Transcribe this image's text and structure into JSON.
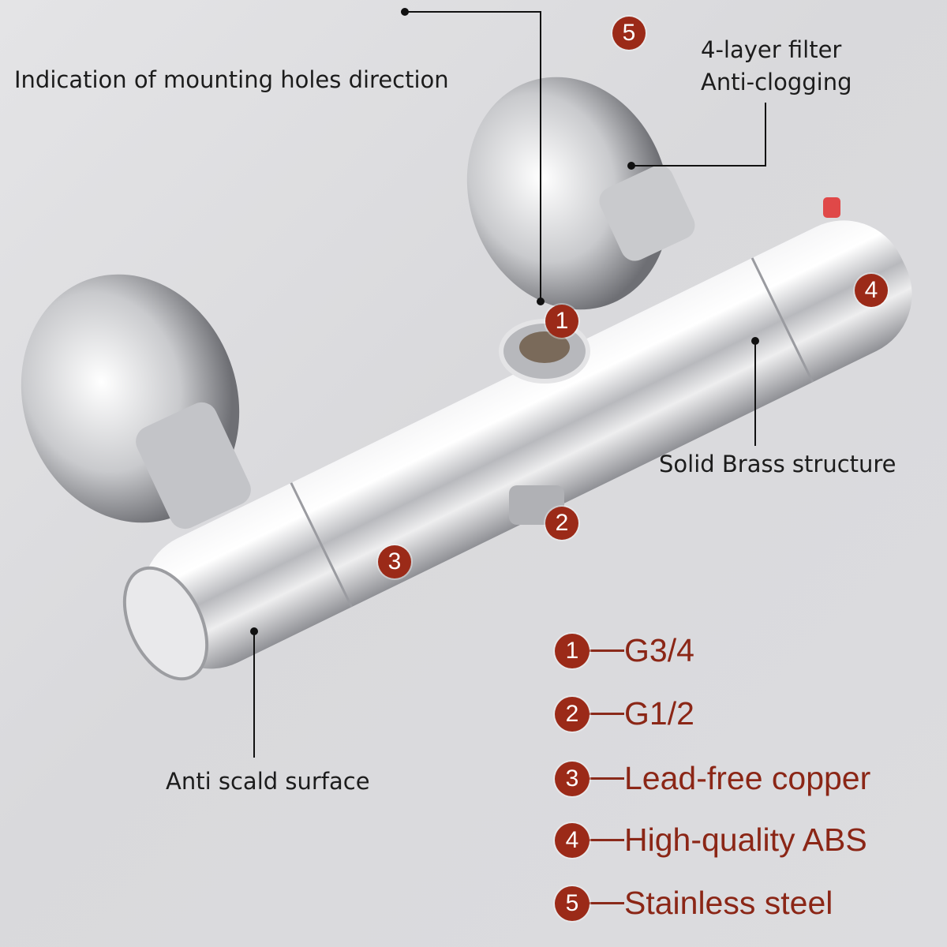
{
  "colors": {
    "badge": "#9b2a18",
    "legend_text": "#8b2616",
    "callout_text": "#1c1c1c",
    "background": "#dedee0"
  },
  "callouts": {
    "mounting_holes": "Indication of mounting holes direction",
    "filter_line1": "4-layer filter",
    "filter_line2": "Anti-clogging",
    "brass": "Solid Brass structure",
    "anti_scald": "Anti scald surface"
  },
  "markers": [
    "1",
    "2",
    "3",
    "4",
    "5"
  ],
  "legend": [
    {
      "number": "1",
      "text": "G3/4"
    },
    {
      "number": "2",
      "text": "G1/2"
    },
    {
      "number": "3",
      "text": "Lead-free copper"
    },
    {
      "number": "4",
      "text": "High-quality ABS"
    },
    {
      "number": "5",
      "text": "Stainless steel"
    }
  ]
}
